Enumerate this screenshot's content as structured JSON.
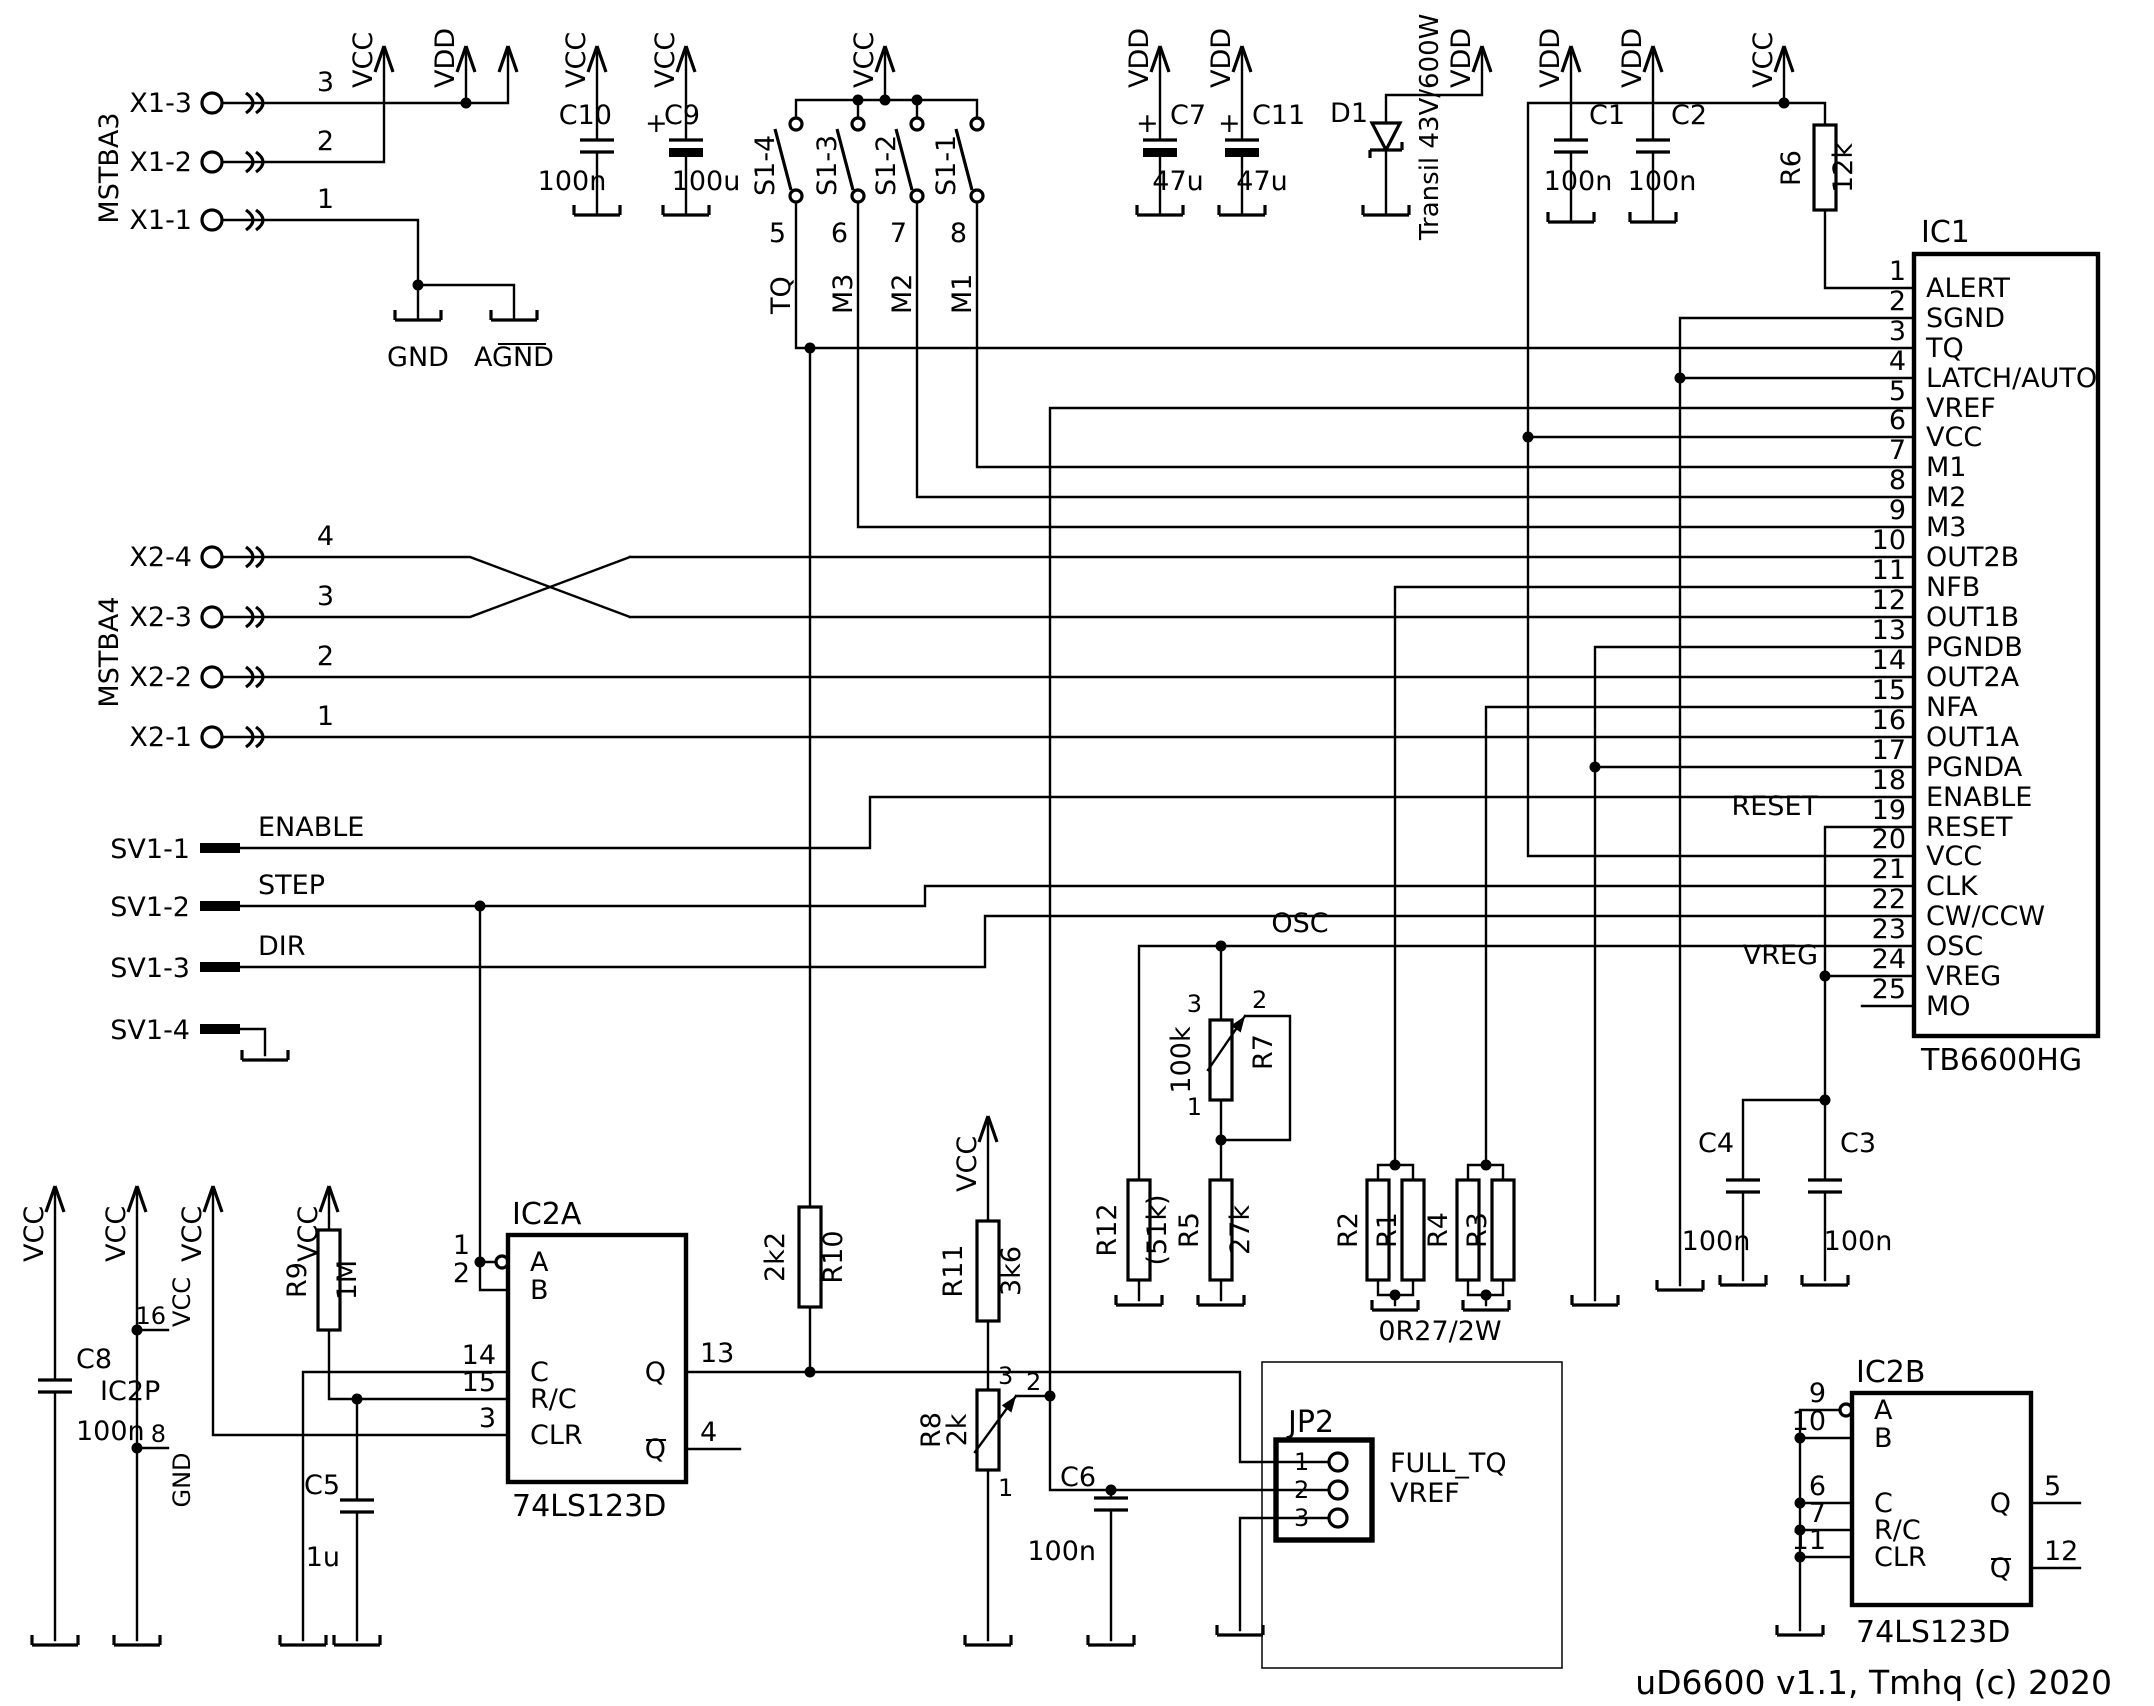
{
  "title": "uD6600 v1.1, Tmhq (c) 2020",
  "power": {
    "vcc": "VCC",
    "vdd": "VDD",
    "gnd_label": "GND",
    "agnd_label": "AGND"
  },
  "connectors": {
    "x1": {
      "name": "MSTBA3",
      "pins": [
        {
          "label": "X1-3",
          "num": "3"
        },
        {
          "label": "X1-2",
          "num": "2"
        },
        {
          "label": "X1-1",
          "num": "1"
        }
      ]
    },
    "x2": {
      "name": "MSTBA4",
      "pins": [
        {
          "label": "X2-4",
          "num": "4"
        },
        {
          "label": "X2-3",
          "num": "3"
        },
        {
          "label": "X2-2",
          "num": "2"
        },
        {
          "label": "X2-1",
          "num": "1"
        }
      ]
    },
    "sv1": {
      "pins": [
        {
          "label": "SV1-1",
          "signal": "ENABLE"
        },
        {
          "label": "SV1-2",
          "signal": "STEP"
        },
        {
          "label": "SV1-3",
          "signal": "DIR"
        },
        {
          "label": "SV1-4",
          "signal": ""
        }
      ]
    }
  },
  "switches": [
    {
      "ref": "S1-4",
      "pin": "5",
      "signal": "TQ"
    },
    {
      "ref": "S1-3",
      "pin": "6",
      "signal": "M3"
    },
    {
      "ref": "S1-2",
      "pin": "7",
      "signal": "M2"
    },
    {
      "ref": "S1-1",
      "pin": "8",
      "signal": "M1"
    }
  ],
  "capacitors": {
    "c10": {
      "ref": "C10",
      "value": "100n"
    },
    "c9": {
      "ref": "C9",
      "value": "100u",
      "plus": "+"
    },
    "c7": {
      "ref": "C7",
      "value": "47u",
      "plus": "+"
    },
    "c11": {
      "ref": "C11",
      "value": "47u",
      "plus": "+"
    },
    "c1": {
      "ref": "C1",
      "value": "100n"
    },
    "c2": {
      "ref": "C2",
      "value": "100n"
    },
    "c8": {
      "ref": "C8",
      "value": "100n"
    },
    "c5": {
      "ref": "C5",
      "value": "1u"
    },
    "c6": {
      "ref": "C6",
      "value": "100n"
    },
    "c4": {
      "ref": "C4",
      "value": "100n"
    },
    "c3": {
      "ref": "C3",
      "value": "100n"
    }
  },
  "resistors": {
    "r6": {
      "ref": "R6",
      "value": "12k"
    },
    "r9": {
      "ref": "R9",
      "value": "1M"
    },
    "r10": {
      "ref": "R10",
      "value": "2k2"
    },
    "r11": {
      "ref": "R11",
      "value": "3k6"
    },
    "r12": {
      "ref": "R12",
      "value": "(51k)"
    },
    "r5": {
      "ref": "R5",
      "value": "27k"
    },
    "r1": {
      "ref": "R1"
    },
    "r2": {
      "ref": "R2"
    },
    "r3": {
      "ref": "R3"
    },
    "r4": {
      "ref": "R4"
    },
    "sense_value": "0R27/2W"
  },
  "pots": {
    "r7": {
      "ref": "R7",
      "value": "100k",
      "t1": "1",
      "t2": "2",
      "t3": "3"
    },
    "r8": {
      "ref": "R8",
      "value": "2k",
      "t1": "1",
      "t2": "2",
      "t3": "3"
    }
  },
  "diode": {
    "ref": "D1",
    "value": "Transil 43V/600W"
  },
  "ic1": {
    "ref": "IC1",
    "part": "TB6600HG",
    "pins": [
      {
        "num": "1",
        "name": "ALERT"
      },
      {
        "num": "2",
        "name": "SGND"
      },
      {
        "num": "3",
        "name": "TQ"
      },
      {
        "num": "4",
        "name": "LATCH/AUTO"
      },
      {
        "num": "5",
        "name": "VREF"
      },
      {
        "num": "6",
        "name": "VCC"
      },
      {
        "num": "7",
        "name": "M1"
      },
      {
        "num": "8",
        "name": "M2"
      },
      {
        "num": "9",
        "name": "M3"
      },
      {
        "num": "10",
        "name": "OUT2B"
      },
      {
        "num": "11",
        "name": "NFB"
      },
      {
        "num": "12",
        "name": "OUT1B"
      },
      {
        "num": "13",
        "name": "PGNDB"
      },
      {
        "num": "14",
        "name": "OUT2A"
      },
      {
        "num": "15",
        "name": "NFA"
      },
      {
        "num": "16",
        "name": "OUT1A"
      },
      {
        "num": "17",
        "name": "PGNDA"
      },
      {
        "num": "18",
        "name": "ENABLE"
      },
      {
        "num": "19",
        "name": "RESET"
      },
      {
        "num": "20",
        "name": "VCC"
      },
      {
        "num": "21",
        "name": "CLK"
      },
      {
        "num": "22",
        "name": "CW/CCW"
      },
      {
        "num": "23",
        "name": "OSC"
      },
      {
        "num": "24",
        "name": "VREG"
      },
      {
        "num": "25",
        "name": "MO"
      }
    ]
  },
  "ic2a": {
    "ref": "IC2A",
    "part": "74LS123D",
    "pins": {
      "a": {
        "num": "1",
        "name": "A"
      },
      "b": {
        "num": "2",
        "name": "B"
      },
      "c": {
        "num": "14",
        "name": "C"
      },
      "rc": {
        "num": "15",
        "name": "R/C"
      },
      "clr": {
        "num": "3",
        "name": "CLR"
      },
      "q": {
        "num": "13",
        "name": "Q"
      },
      "qn": {
        "num": "4",
        "name": "Q"
      }
    }
  },
  "ic2b": {
    "ref": "IC2B",
    "part": "74LS123D",
    "pins": {
      "a": {
        "num": "9",
        "name": "A"
      },
      "b": {
        "num": "10",
        "name": "B"
      },
      "c": {
        "num": "6",
        "name": "C"
      },
      "rc": {
        "num": "7",
        "name": "R/C"
      },
      "clr": {
        "num": "11",
        "name": "CLR"
      },
      "q": {
        "num": "5",
        "name": "Q"
      },
      "qn": {
        "num": "12",
        "name": "Q"
      }
    }
  },
  "ic2p": {
    "ref": "IC2P",
    "vcc_num": "16",
    "gnd_num": "8"
  },
  "jp2": {
    "ref": "JP2",
    "pin1": "1",
    "pin2": "2",
    "pin3": "3",
    "label1": "FULL_TQ",
    "label2": "VREF"
  },
  "nets": {
    "osc": "OSC",
    "reset": "RESET",
    "vreg": "VREG"
  }
}
